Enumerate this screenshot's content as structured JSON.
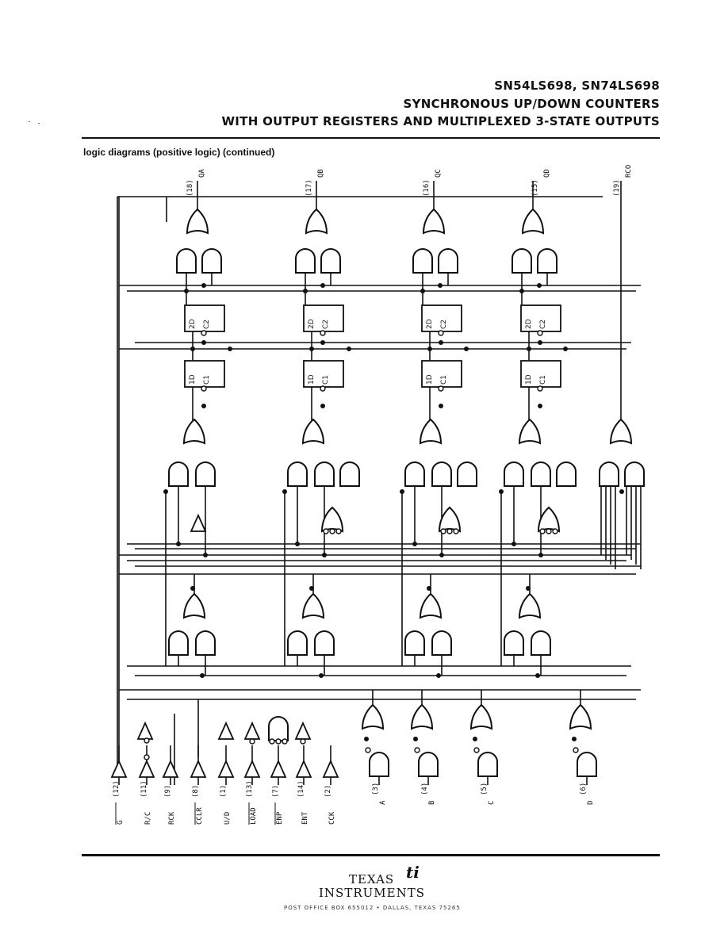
{
  "header": {
    "line1": "SN54LS698, SN74LS698",
    "line2": "SYNCHRONOUS UP/DOWN COUNTERS",
    "line3": "WITH OUTPUT REGISTERS AND MULTIPLEXED 3-STATE OUTPUTS"
  },
  "section_title": "logic diagrams (positive logic) (continued)",
  "outputs": [
    {
      "pin": "(18)",
      "name": "QA"
    },
    {
      "pin": "(17)",
      "name": "QB"
    },
    {
      "pin": "(16)",
      "name": "QC"
    },
    {
      "pin": "(15)",
      "name": "QD"
    },
    {
      "pin": "(19)",
      "name": "RCO"
    }
  ],
  "flipflop_labels": {
    "d2": "2D",
    "c2": "C2",
    "d1": "1D",
    "c1": "C1"
  },
  "inputs": [
    {
      "pin": "(12)",
      "name": "G"
    },
    {
      "pin": "(11)",
      "name": "R/C"
    },
    {
      "pin": "(9)",
      "name": "RCK"
    },
    {
      "pin": "(8)",
      "name": "CCLR"
    },
    {
      "pin": "(1)",
      "name": "U/D"
    },
    {
      "pin": "(13)",
      "name": "LOAD"
    },
    {
      "pin": "(7)",
      "name": "ENP"
    },
    {
      "pin": "(14)",
      "name": "ENT"
    },
    {
      "pin": "(2)",
      "name": "CCK"
    }
  ],
  "data_inputs": [
    {
      "pin": "(3)",
      "name": "A"
    },
    {
      "pin": "(4)",
      "name": "B"
    },
    {
      "pin": "(5)",
      "name": "C"
    },
    {
      "pin": "(6)",
      "name": "D"
    }
  ],
  "footer": {
    "brand_line1": "TEXAS",
    "brand_line2": "INSTRUMENTS",
    "mark": "ti",
    "address": "POST OFFICE BOX 655012 • DALLAS, TEXAS 75265"
  }
}
